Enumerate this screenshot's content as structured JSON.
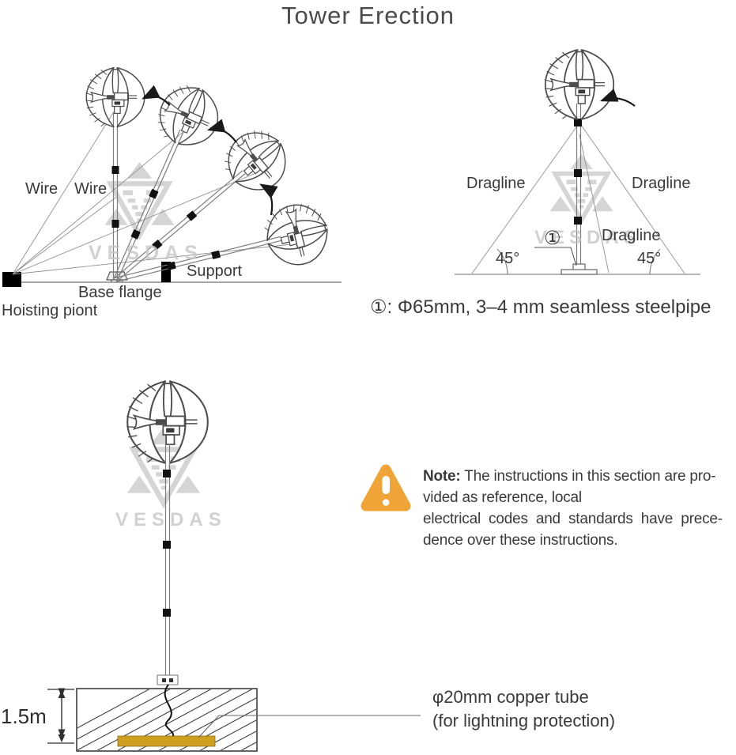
{
  "title": "Tower Erection",
  "watermark_text": "VESDAS",
  "colors": {
    "copper": "#CFA01F",
    "warning": "#F0A437",
    "ink": "#3A3A3A",
    "line": "#4D4D4D",
    "watermark": "#C6C6C6"
  },
  "erection_diagram": {
    "labels": {
      "wire_1": "Wire",
      "wire_2": "Wire",
      "support": "Support",
      "base_flange": "Base flange",
      "hoisting_point": "Hoisting piont"
    }
  },
  "tower_diagram": {
    "labels": {
      "dragline_left": "Dragline",
      "dragline_right": "Dragline",
      "dragline_center": "Dragline",
      "angle_left": "45°",
      "angle_right": "45°",
      "pipe_marker": "①"
    },
    "caption": "①: Φ65mm, 3–4 mm seamless steelpipe"
  },
  "note": {
    "label": "Note:",
    "line_1": " The instructions in this section are pro-",
    "line_2": "vided as reference, local",
    "line_3": "electrical codes and standards have prece-",
    "line_4": "dence over these instructions."
  },
  "grounding_diagram": {
    "depth": "1.5m",
    "copper_line_1": "φ20mm copper tube",
    "copper_line_2": "(for lightning protection)"
  }
}
